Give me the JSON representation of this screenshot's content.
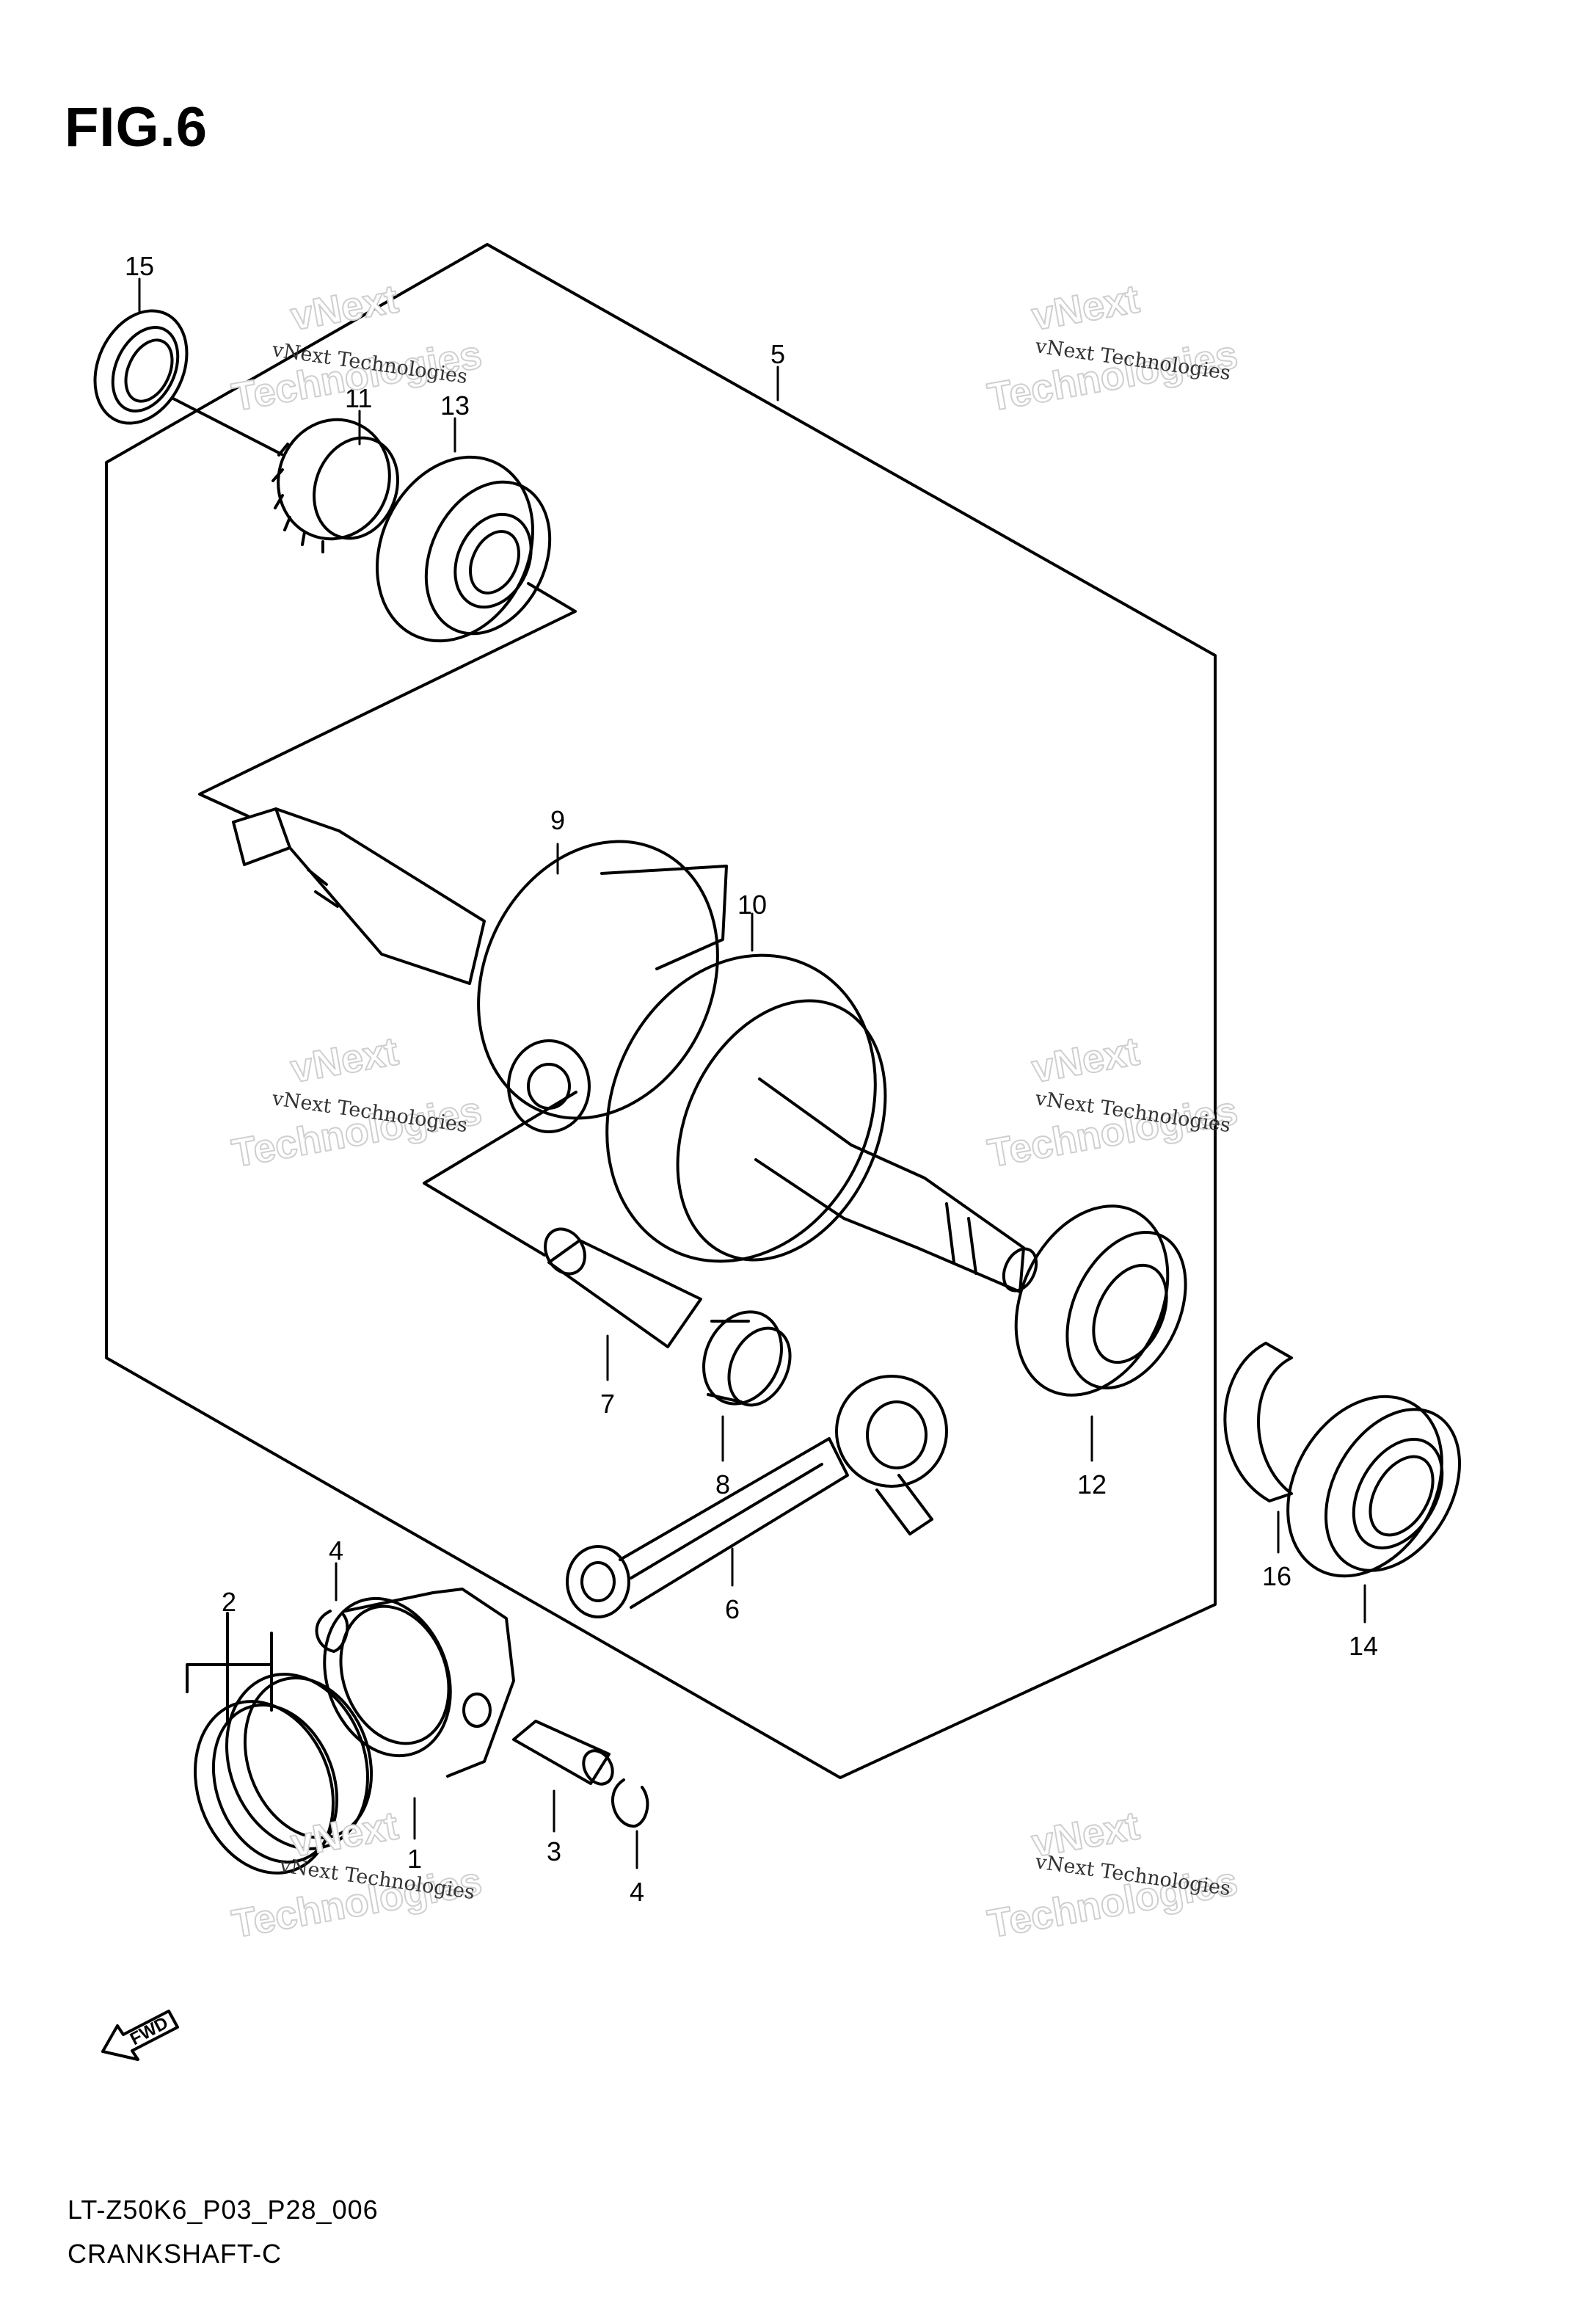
{
  "figure": {
    "title": "FIG.6"
  },
  "callouts": [
    {
      "id": "1",
      "label": "1"
    },
    {
      "id": "2",
      "label": "2"
    },
    {
      "id": "3",
      "label": "3"
    },
    {
      "id": "4a",
      "label": "4"
    },
    {
      "id": "4b",
      "label": "4"
    },
    {
      "id": "5",
      "label": "5"
    },
    {
      "id": "6",
      "label": "6"
    },
    {
      "id": "7",
      "label": "7"
    },
    {
      "id": "8",
      "label": "8"
    },
    {
      "id": "9",
      "label": "9"
    },
    {
      "id": "10",
      "label": "10"
    },
    {
      "id": "11",
      "label": "11"
    },
    {
      "id": "12",
      "label": "12"
    },
    {
      "id": "13",
      "label": "13"
    },
    {
      "id": "14",
      "label": "14"
    },
    {
      "id": "15",
      "label": "15"
    },
    {
      "id": "16",
      "label": "16"
    }
  ],
  "watermark": {
    "line1": "vNext Technologies",
    "line2": "vNext",
    "line3": "Technologies"
  },
  "fwd_label": "FWD",
  "footer": {
    "code": "LT-Z50K6_P03_P28_006",
    "name": "CRANKSHAFT-C"
  }
}
